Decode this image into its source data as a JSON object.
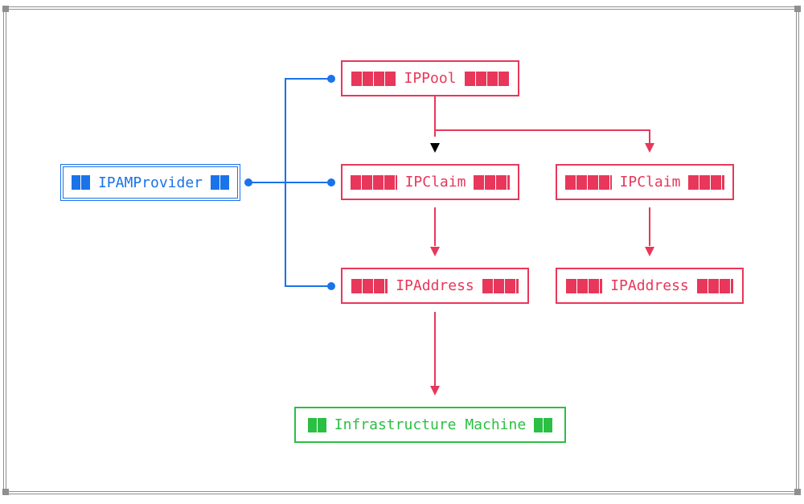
{
  "diagram": {
    "nodes": {
      "ipam_provider": "IPAMProvider",
      "ippool": "IPPool",
      "ipclaim_1": "IPClaim",
      "ipclaim_2": "IPClaim",
      "ipaddress_1": "IPAddress",
      "ipaddress_2": "IPAddress",
      "infrastructure_machine": "Infrastructure Machine"
    },
    "edges": [
      {
        "from": "IPAMProvider",
        "to": "IPPool"
      },
      {
        "from": "IPAMProvider",
        "to": "IPClaim"
      },
      {
        "from": "IPAMProvider",
        "to": "IPAddress"
      },
      {
        "from": "IPPool",
        "to": "IPClaim"
      },
      {
        "from": "IPPool",
        "to": "IPClaim (2)"
      },
      {
        "from": "IPClaim",
        "to": "IPAddress"
      },
      {
        "from": "IPClaim (2)",
        "to": "IPAddress (2)"
      },
      {
        "from": "IPAddress",
        "to": "Infrastructure Machine"
      }
    ]
  },
  "colors": {
    "provider": "#1a73e8",
    "resource": "#e8375a",
    "machine": "#2bbf43",
    "frame": "#8f8f8f",
    "pool_to_claim_arrow": "#000000"
  }
}
